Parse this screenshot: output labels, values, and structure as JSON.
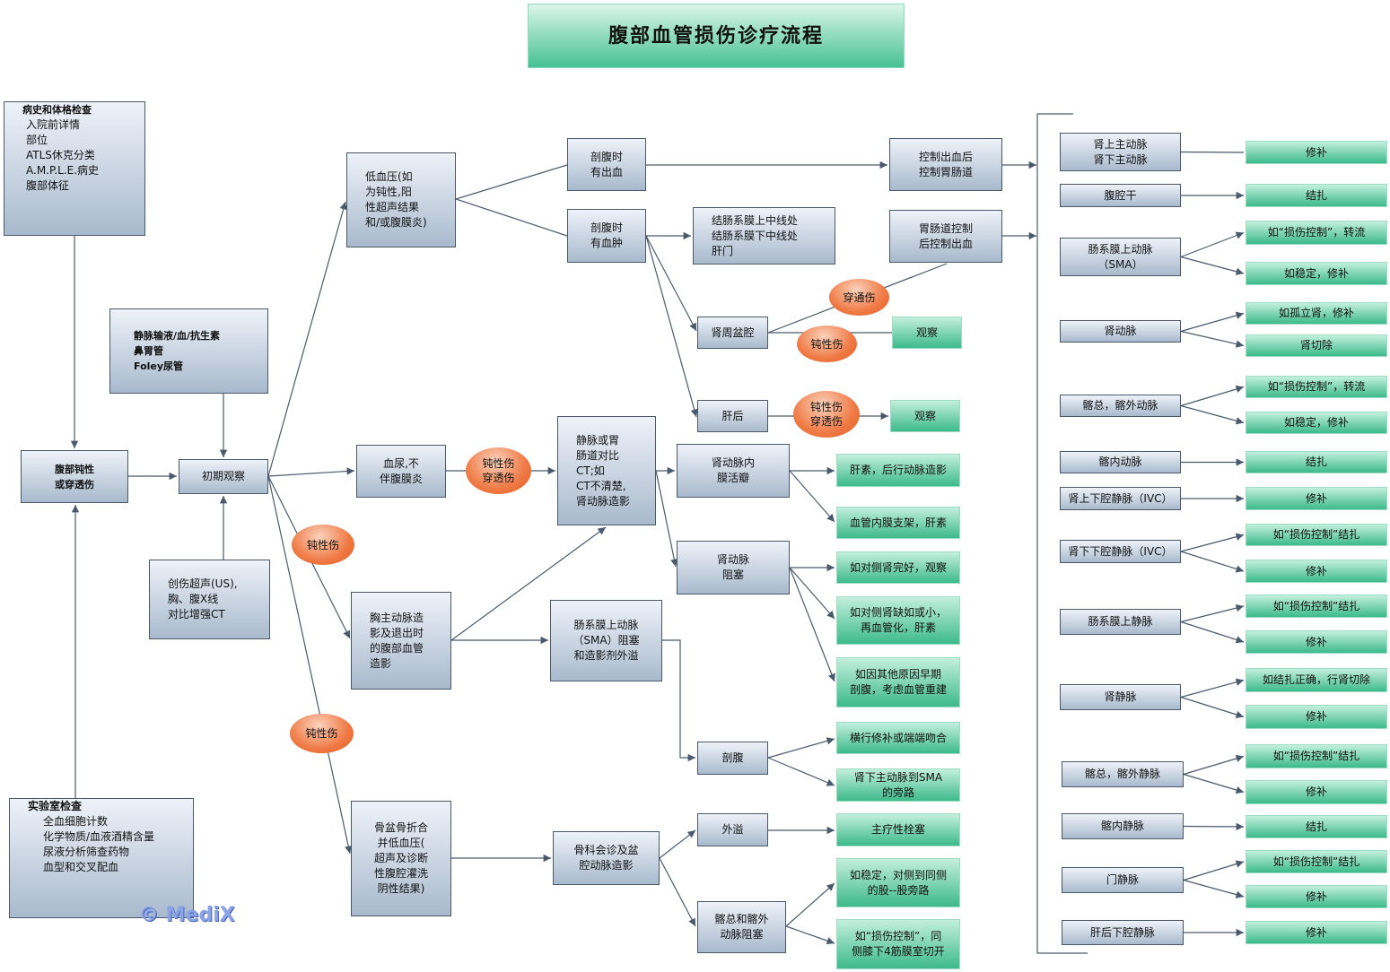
{
  "title": "腹部血管损伤诊疗流程",
  "watermark": "© MediX",
  "left": {
    "history_head": "病史和体格检查",
    "history_items": "入院前详情\n部位\nATLS休克分类\nA.M.P.L.E.病史\n腹部体征",
    "injury": "腹部钝性\n或穿透伤",
    "iv": "静脉输液/血/抗生素\n鼻胃管\nFoley尿管",
    "initial": "初期观察",
    "imaging": "创伤超声(US),\n胸、腹X线\n对比增强CT",
    "lab_head": "实验室检查",
    "lab_items": "全血细胞计数\n化学物质/血液酒精含量\n尿液分析筛查药物\n血型和交叉配血"
  },
  "middle": {
    "hypotension": "低血压(如\n为钝性,阳\n性超声结果\n和/或腹膜炎)",
    "hematuria": "血尿,不\n伴腹膜炎",
    "thoracic": "胸主动脉造\n影及退出时\n的腹部血管\n造影",
    "pelvic": "骨盆骨折合\n并低血压(\n超声及诊断\n性腹腔灌洗\n阴性结果)",
    "bleeding": "剖腹时\n有出血",
    "hematoma": "剖腹时\n有血肿",
    "colon": "结肠系膜上中线处\n结肠系膜下中线处\n肝门",
    "control_bleed": "控制出血后\n控制胃肠道",
    "gi_control": "胃肠道控制\n后控制出血",
    "perirenal": "肾周盆腔",
    "retrohepatic": "肝后",
    "venous_ct": "静脉或胃\n肠道对比\nCT;如\nCT不清楚,\n肾动脉造影",
    "intimal_flap": "肾动脉内\n膜活瓣",
    "renal_occlusion": "肾动脉\n阻塞",
    "sma_occlusion": "肠系膜上动脉\n（SMA）阻塞\n和造影剂外溢",
    "laparotomy": "剖腹",
    "ortho": "骨科会诊及盆\n腔动脉造影",
    "extravasation": "外溢",
    "iliac_occlusion": "髂总和髂外\n动脉阻塞"
  },
  "ovals": {
    "penetrating": "穿通伤",
    "blunt_a": "钝性伤",
    "blunt_pen_a": "钝性伤\n穿透伤",
    "blunt_pen_b": "钝性伤\n穿透伤",
    "blunt_b": "钝性伤",
    "blunt_c": "钝性伤"
  },
  "outcomes": {
    "observe_a": "观察",
    "observe_b": "观察",
    "heparin": "肝素，后行动脉造影",
    "stent": "血管内膜支架，肝素",
    "contra_ok": "如对侧肾完好，观察",
    "contra_absent": "如对侧肾缺如或小，\n再血管化，肝素",
    "early_lap": "如因其他原因早期\n剖腹，考虑血管重建",
    "transverse": "横行修补或端端吻合",
    "bypass": "肾下主动脉到SMA\n的旁路",
    "embolization": "主疗性栓塞",
    "fem_bypass": "如稳定，对侧到同侧\n的股--股旁路",
    "fasciotomy": "如“损伤控制”，同\n侧膝下4筋膜室切开"
  },
  "vessels": [
    {
      "name": "肾上主动脉\n肾下主动脉",
      "actions": [
        "修补"
      ]
    },
    {
      "name": "腹腔干",
      "actions": [
        "结扎"
      ]
    },
    {
      "name": "肠系膜上动脉\n（SMA）",
      "actions": [
        "如“损伤控制”，转流",
        "如稳定，修补"
      ]
    },
    {
      "name": "肾动脉",
      "actions": [
        "如孤立肾，修补",
        "肾切除"
      ]
    },
    {
      "name": "髂总，髂外动脉",
      "actions": [
        "如“损伤控制”，转流",
        "如稳定，修补"
      ]
    },
    {
      "name": "髂内动脉",
      "actions": [
        "结扎"
      ]
    },
    {
      "name": "肾上下腔静脉（IVC）",
      "actions": [
        "修补"
      ]
    },
    {
      "name": "肾下下腔静脉（IVC）",
      "actions": [
        "如“损伤控制”结扎",
        "修补"
      ]
    },
    {
      "name": "肠系膜上静脉",
      "actions": [
        "如“损伤控制”结扎",
        "修补"
      ]
    },
    {
      "name": "肾静脉",
      "actions": [
        "如结扎正确，行肾切除",
        "修补"
      ]
    },
    {
      "name": "髂总，髂外静脉",
      "actions": [
        "如“损伤控制”结扎",
        "修补"
      ]
    },
    {
      "name": "髂内静脉",
      "actions": [
        "结扎"
      ]
    },
    {
      "name": "门静脉",
      "actions": [
        "如“损伤控制”结扎",
        "修补"
      ]
    },
    {
      "name": "肝后下腔静脉",
      "actions": [
        "修补"
      ]
    }
  ]
}
